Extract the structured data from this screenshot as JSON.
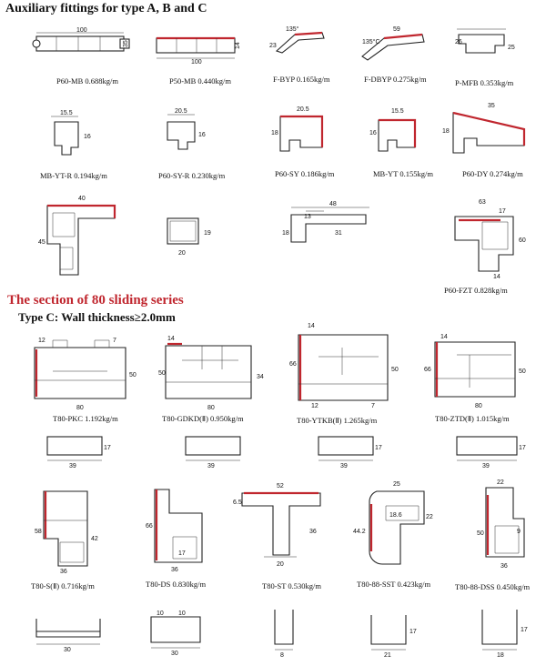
{
  "headings": {
    "aux": "Auxiliary fittings for type A, B and C",
    "section": "The section of 80  sliding series",
    "typec": "Type C: Wall thickness≥2.0mm"
  },
  "captions": {
    "p60mb": "P60-MB 0.688kg/m",
    "p50mb": "P50-MB 0.440kg/m",
    "fbyp": "F-BYP 0.165kg/m",
    "fdbyp": "F-DBYP 0.275kg/m",
    "pmfb": "P-MFB 0.353kg/m",
    "mbytr": "MB-YT-R 0.194kg/m",
    "p60syr": "P60-SY-R 0.230kg/m",
    "p60sy": "P60-SY 0.186kg/m",
    "mbyt": "MB-YT 0.155kg/m",
    "p60dy": "P60-DY 0.274kg/m",
    "p60fzt": "P60-FZT 0.828kg/m",
    "t80pkc": "T80-PKC 1.192kg/m",
    "t80gdkd": "T80-GDKD(Ⅱ) 0.950kg/m",
    "t80ytkb": "T80-YTKB(Ⅱ) 1.265kg/m",
    "t80ztd": "T80-ZTD(Ⅱ) 1.015kg/m",
    "t80s": "T80-S(Ⅱ) 0.716kg/m",
    "t80ds": "T80-DS 0.830kg/m",
    "t80st": "T80-ST 0.530kg/m",
    "t80sst": "T80-88-SST 0.423kg/m",
    "t80dss": "T80-88-DSS 0.450kg/m"
  },
  "dims": {
    "d100": "100",
    "d35": "35",
    "d14": "14",
    "d135": "135°",
    "d23": "23",
    "d59": "59",
    "d135c": "135°C",
    "d26": "26",
    "d25": "25",
    "d15_5": "15.5",
    "d16": "16",
    "d20_5": "20.5",
    "d18": "18",
    "d40": "40",
    "d45": "45",
    "d19": "19",
    "d20": "20",
    "d48": "48",
    "d13": "13",
    "d31": "31",
    "d63": "63",
    "d17": "17",
    "d60": "60",
    "d12": "12",
    "d7": "7",
    "d50": "50",
    "d80": "80",
    "d34": "34",
    "d66": "66",
    "d39": "39",
    "d58": "58",
    "d42": "42",
    "d36": "36",
    "d52": "52",
    "d6_5": "6.5",
    "d44_2": "44.2",
    "d18_6": "18.6",
    "d22": "22",
    "d9": "9",
    "d30": "30",
    "d10": "10",
    "d8": "8",
    "d21": "21"
  }
}
